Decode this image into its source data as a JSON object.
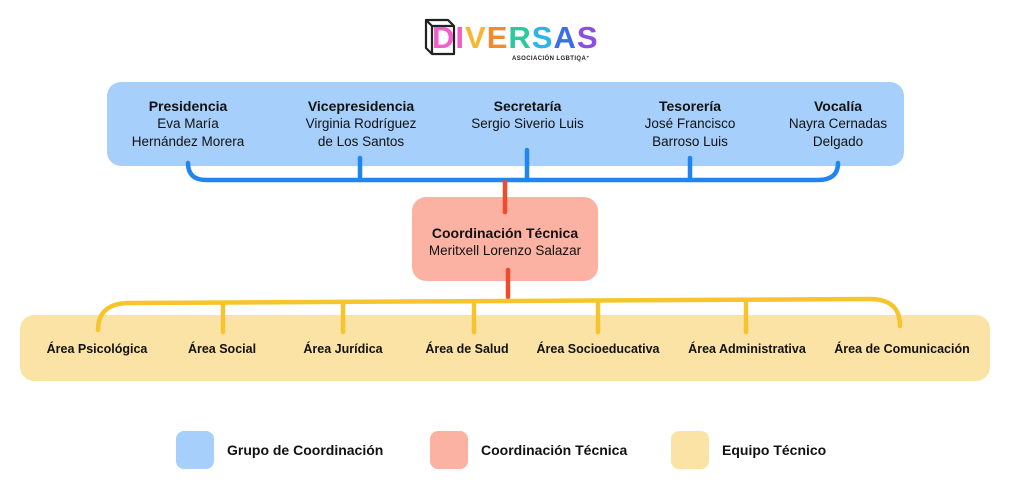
{
  "logo": {
    "letters": [
      "D",
      "I",
      "V",
      "E",
      "R",
      "S",
      "A",
      "S"
    ],
    "letter_colors": [
      "#f25ec8",
      "#f25ec8",
      "#f7b733",
      "#f28b30",
      "#2fc7a0",
      "#2bb5e8",
      "#3a6fe8",
      "#8a4de8"
    ],
    "subtitle": "ASOCIACIÓN LGBTIQA⁺"
  },
  "colors": {
    "coordination_group": "#a6d0fb",
    "technical_coordination": "#fbb2a3",
    "technical_team": "#fbe3a6",
    "blue_line": "#2185ef",
    "red_line": "#f14a2c",
    "yellow_line": "#f6c52d"
  },
  "roles": [
    {
      "title": "Presidencia",
      "name_line1": "Eva María",
      "name_line2": "Hernández Morera"
    },
    {
      "title": "Vicepresidencia",
      "name_line1": "Virginia Rodríguez",
      "name_line2": "de Los Santos"
    },
    {
      "title": "Secretaría",
      "name_line1": "Sergio Siverio Luis",
      "name_line2": ""
    },
    {
      "title": "Tesorería",
      "name_line1": "José Francisco",
      "name_line2": "Barroso Luis"
    },
    {
      "title": "Vocalía",
      "name_line1": "Nayra Cernadas",
      "name_line2": "Delgado"
    }
  ],
  "coordination": {
    "title": "Coordinación Técnica",
    "name": "Meritxell Lorenzo Salazar"
  },
  "areas": [
    "Área Psicológica",
    "Área Social",
    "Área Jurídica",
    "Área de Salud",
    "Área Socioeducativa",
    "Área Administrativa",
    "Área de Comunicación"
  ],
  "legend": [
    {
      "label": "Grupo de Coordinación",
      "color": "#a6d0fb"
    },
    {
      "label": "Coordinación Técnica",
      "color": "#fbb2a3"
    },
    {
      "label": "Equipo Técnico",
      "color": "#fbe3a6"
    }
  ]
}
